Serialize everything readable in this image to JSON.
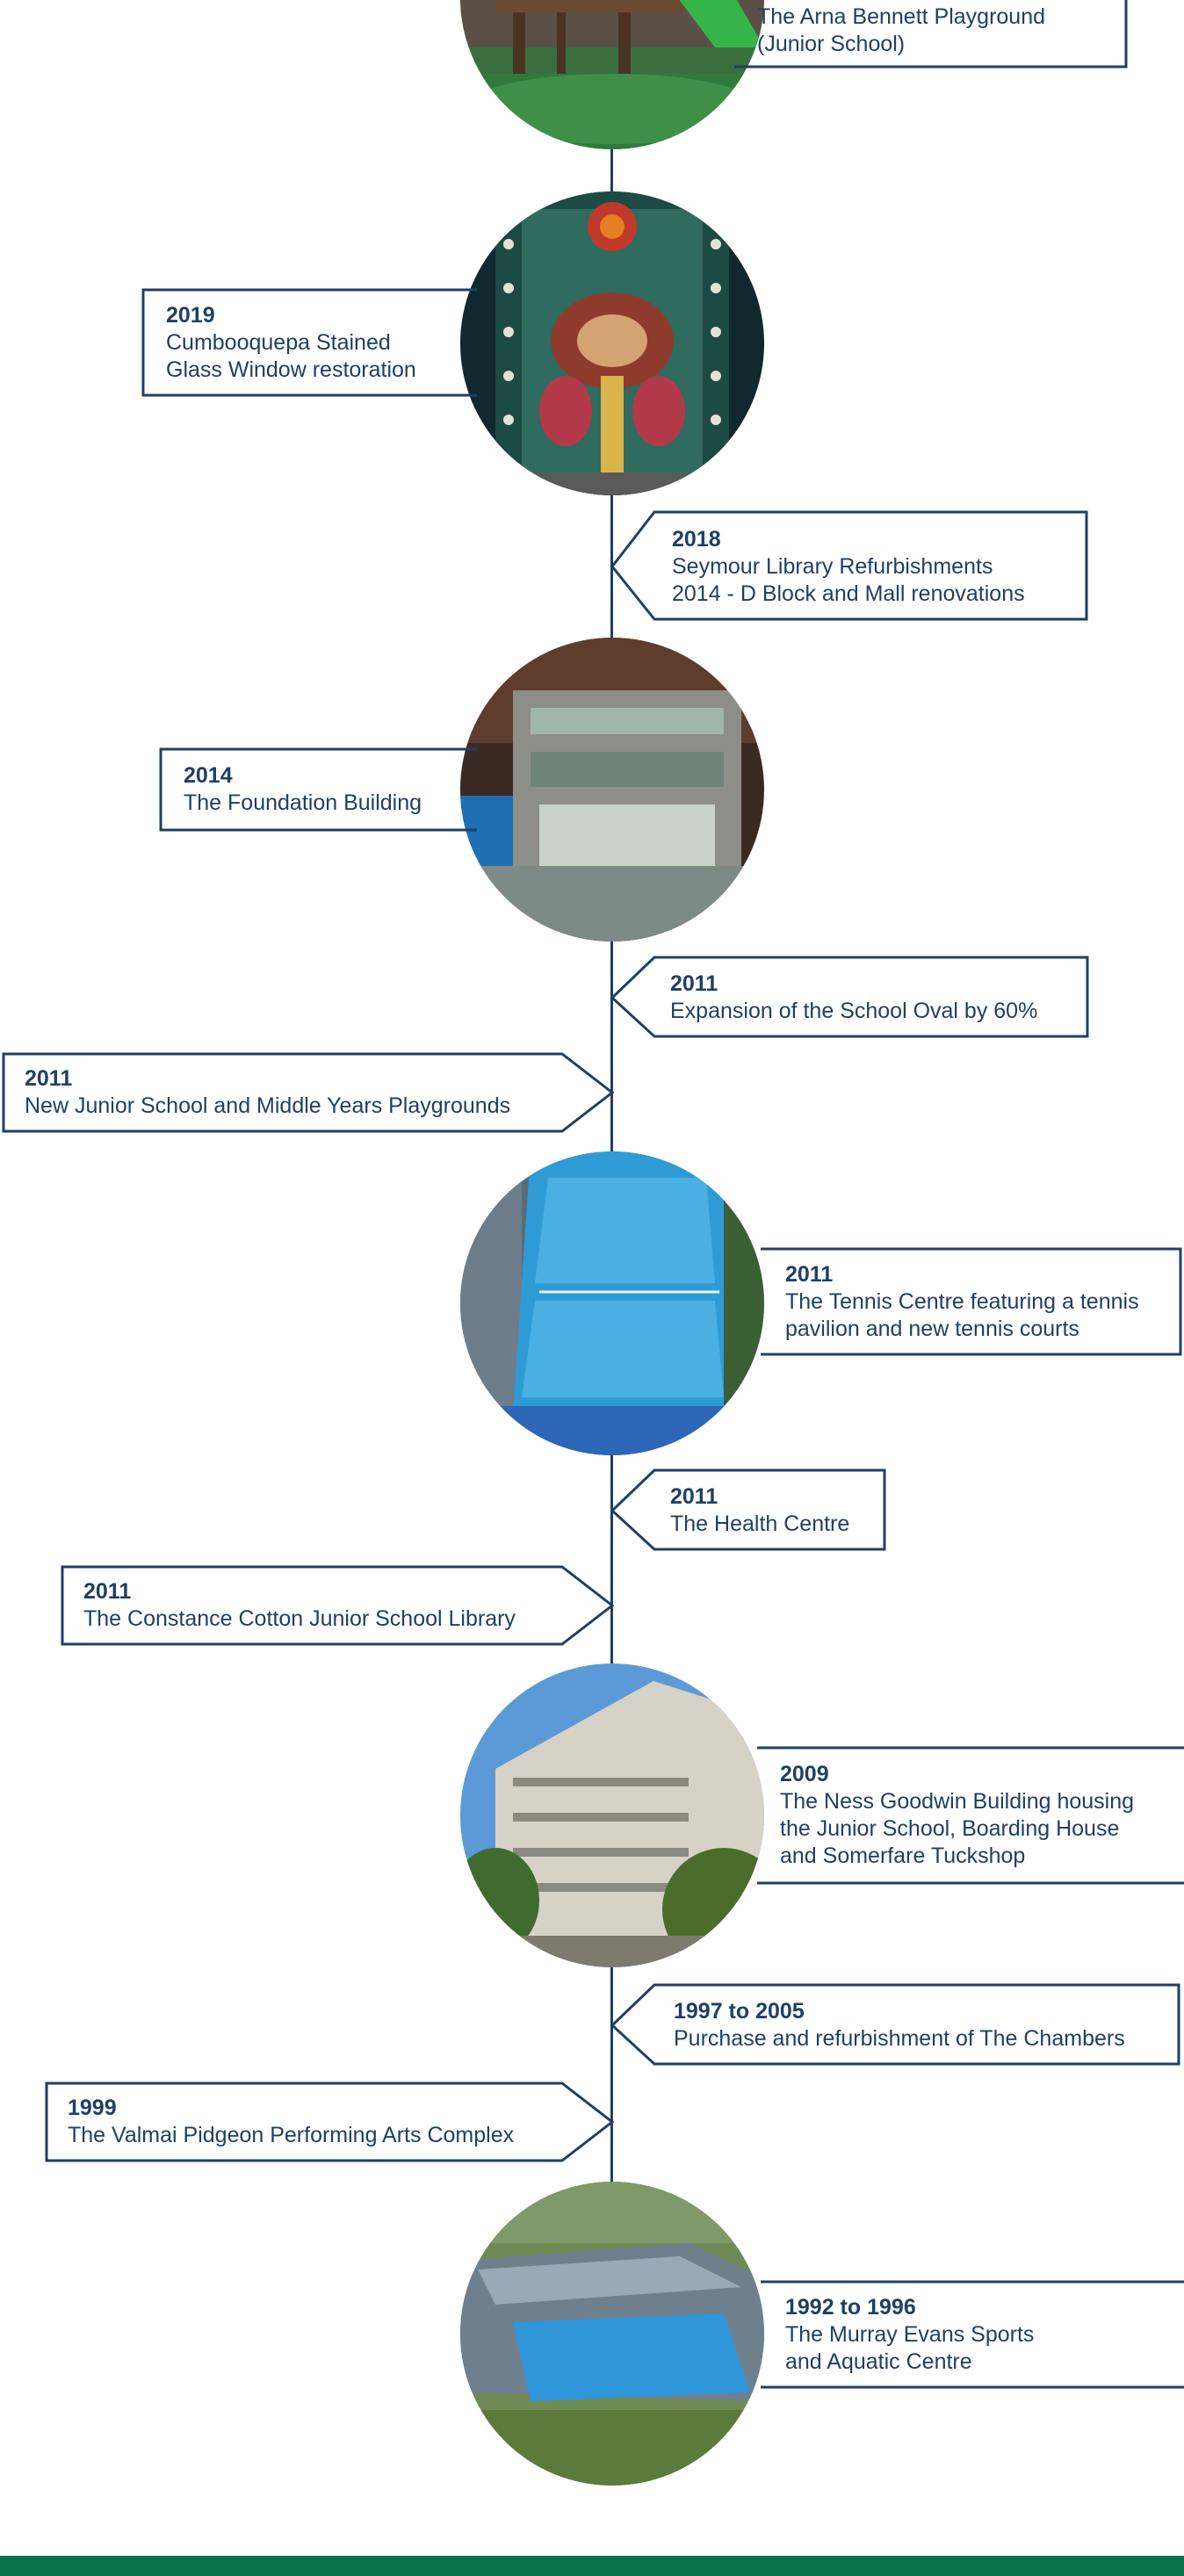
{
  "timeline": {
    "entries": [
      {
        "year": "",
        "desc": "The Arna Bennett Playground\n(Junior School)"
      },
      {
        "year": "2019",
        "desc": "Cumbooquepa Stained\nGlass Window restoration"
      },
      {
        "year": "2018",
        "desc": "Seymour Library Refurbishments\n2014 - D Block and Mall renovations"
      },
      {
        "year": "2014",
        "desc": "The Foundation Building"
      },
      {
        "year": "2011",
        "desc": "Expansion of the School Oval by 60%"
      },
      {
        "year": "2011",
        "desc": "New Junior School and Middle Years Playgrounds"
      },
      {
        "year": "2011",
        "desc": "The Tennis Centre featuring a tennis\npavilion and new tennis courts"
      },
      {
        "year": "2011",
        "desc": "The Health Centre"
      },
      {
        "year": "2011",
        "desc": "The Constance Cotton Junior School Library"
      },
      {
        "year": "2009",
        "desc": "The Ness Goodwin Building housing\nthe Junior School, Boarding House\nand Somerfare Tuckshop"
      },
      {
        "year": "1997 to 2005",
        "desc": "Purchase and refurbishment of The Chambers"
      },
      {
        "year": "1999",
        "desc": "The Valmai Pidgeon Performing Arts Complex"
      },
      {
        "year": "1992 to 1996",
        "desc": "The Murray Evans Sports\nand Aquatic Centre"
      }
    ]
  },
  "colors": {
    "navy": "#1f3f66",
    "green": "#0b7148"
  }
}
